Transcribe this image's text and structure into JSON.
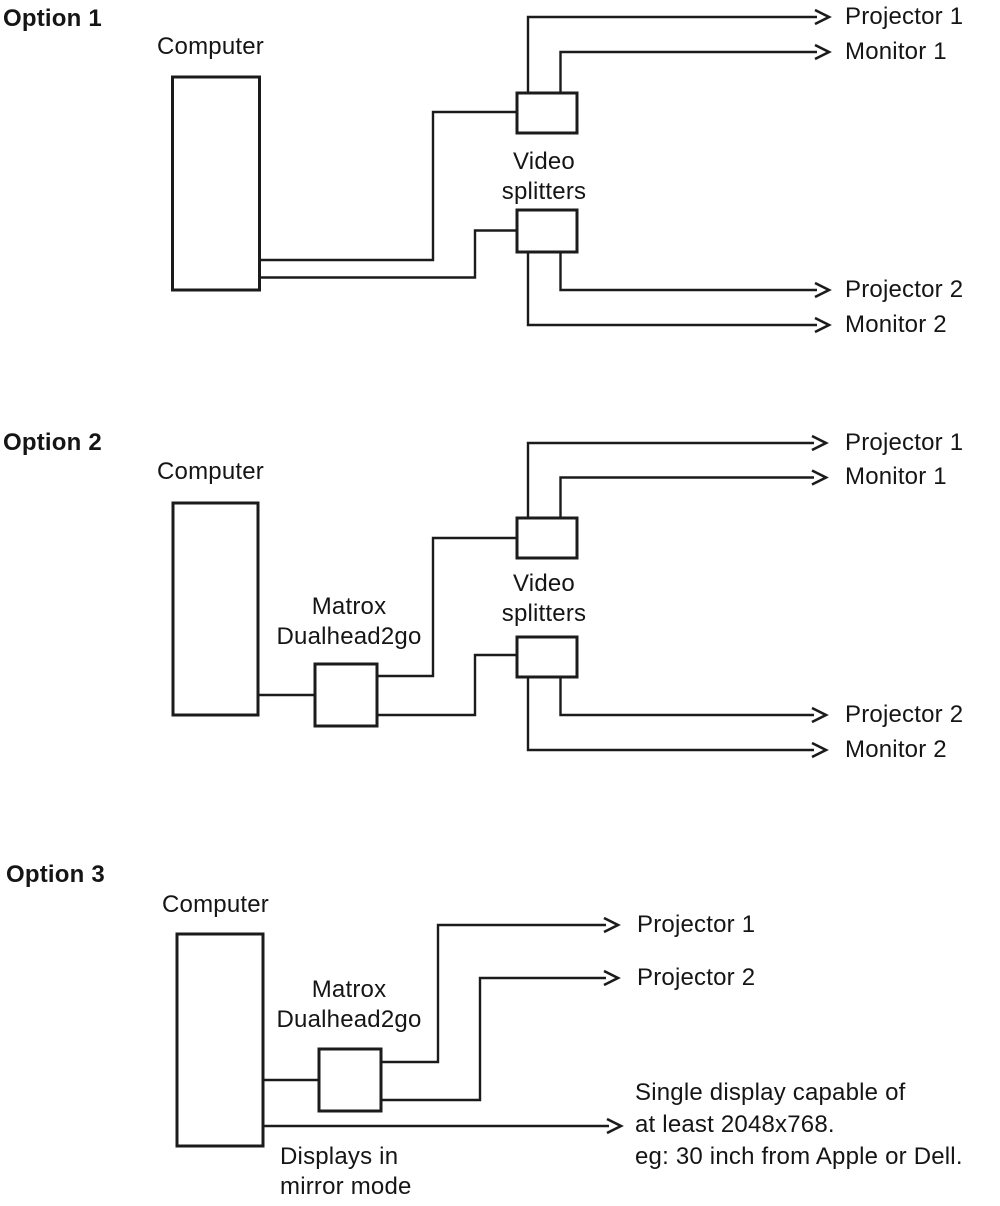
{
  "diagram": {
    "background": "#ffffff",
    "line_color": "#1b1b1b"
  },
  "options": [
    {
      "label": "Option 1",
      "computer_label": "Computer",
      "splitters_label": "Video\nsplitters",
      "outputs": {
        "projector1": "Projector 1",
        "monitor1": "Monitor 1",
        "projector2": "Projector 2",
        "monitor2": "Monitor 2"
      }
    },
    {
      "label": "Option 2",
      "computer_label": "Computer",
      "matrox_label": "Matrox\nDualhead2go",
      "splitters_label": "Video\nsplitters",
      "outputs": {
        "projector1": "Projector 1",
        "monitor1": "Monitor 1",
        "projector2": "Projector 2",
        "monitor2": "Monitor 2"
      }
    },
    {
      "label": "Option 3",
      "computer_label": "Computer",
      "matrox_label": "Matrox\nDualhead2go",
      "outputs": {
        "projector1": "Projector 1",
        "projector2": "Projector 2"
      },
      "mirror_note": "Displays in\nmirror mode",
      "display_note": "Single display capable of\nat least 2048x768.\neg: 30 inch from Apple or Dell."
    }
  ]
}
